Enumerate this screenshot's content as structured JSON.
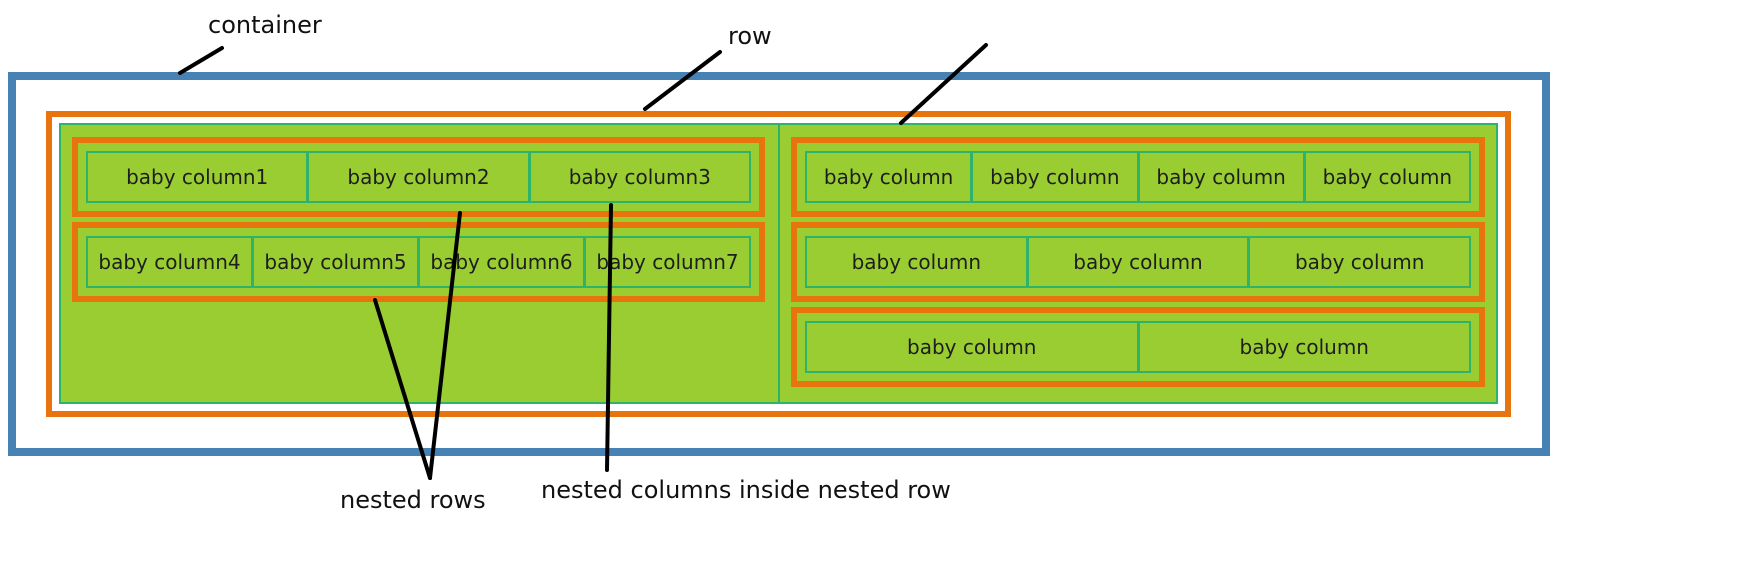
{
  "labels": {
    "container": "container",
    "row": "row",
    "nested_rows": "nested rows",
    "nested_columns": "nested columns inside nested row"
  },
  "left_column": {
    "nested_rows": [
      {
        "cells": [
          "baby column1",
          "baby column2",
          "baby column3"
        ]
      },
      {
        "cells": [
          "baby column4",
          "baby column5",
          "baby column6",
          "baby column7"
        ]
      }
    ]
  },
  "right_column": {
    "nested_rows": [
      {
        "cells": [
          "baby column",
          "baby column",
          "baby column",
          "baby column"
        ]
      },
      {
        "cells": [
          "baby column",
          "baby column",
          "baby column"
        ]
      },
      {
        "cells": [
          "baby column",
          "baby column"
        ]
      }
    ]
  },
  "colors": {
    "container_border": "#4682b4",
    "row_border": "#e8740e",
    "column_border": "#2db36a",
    "column_fill": "#9acd32"
  }
}
